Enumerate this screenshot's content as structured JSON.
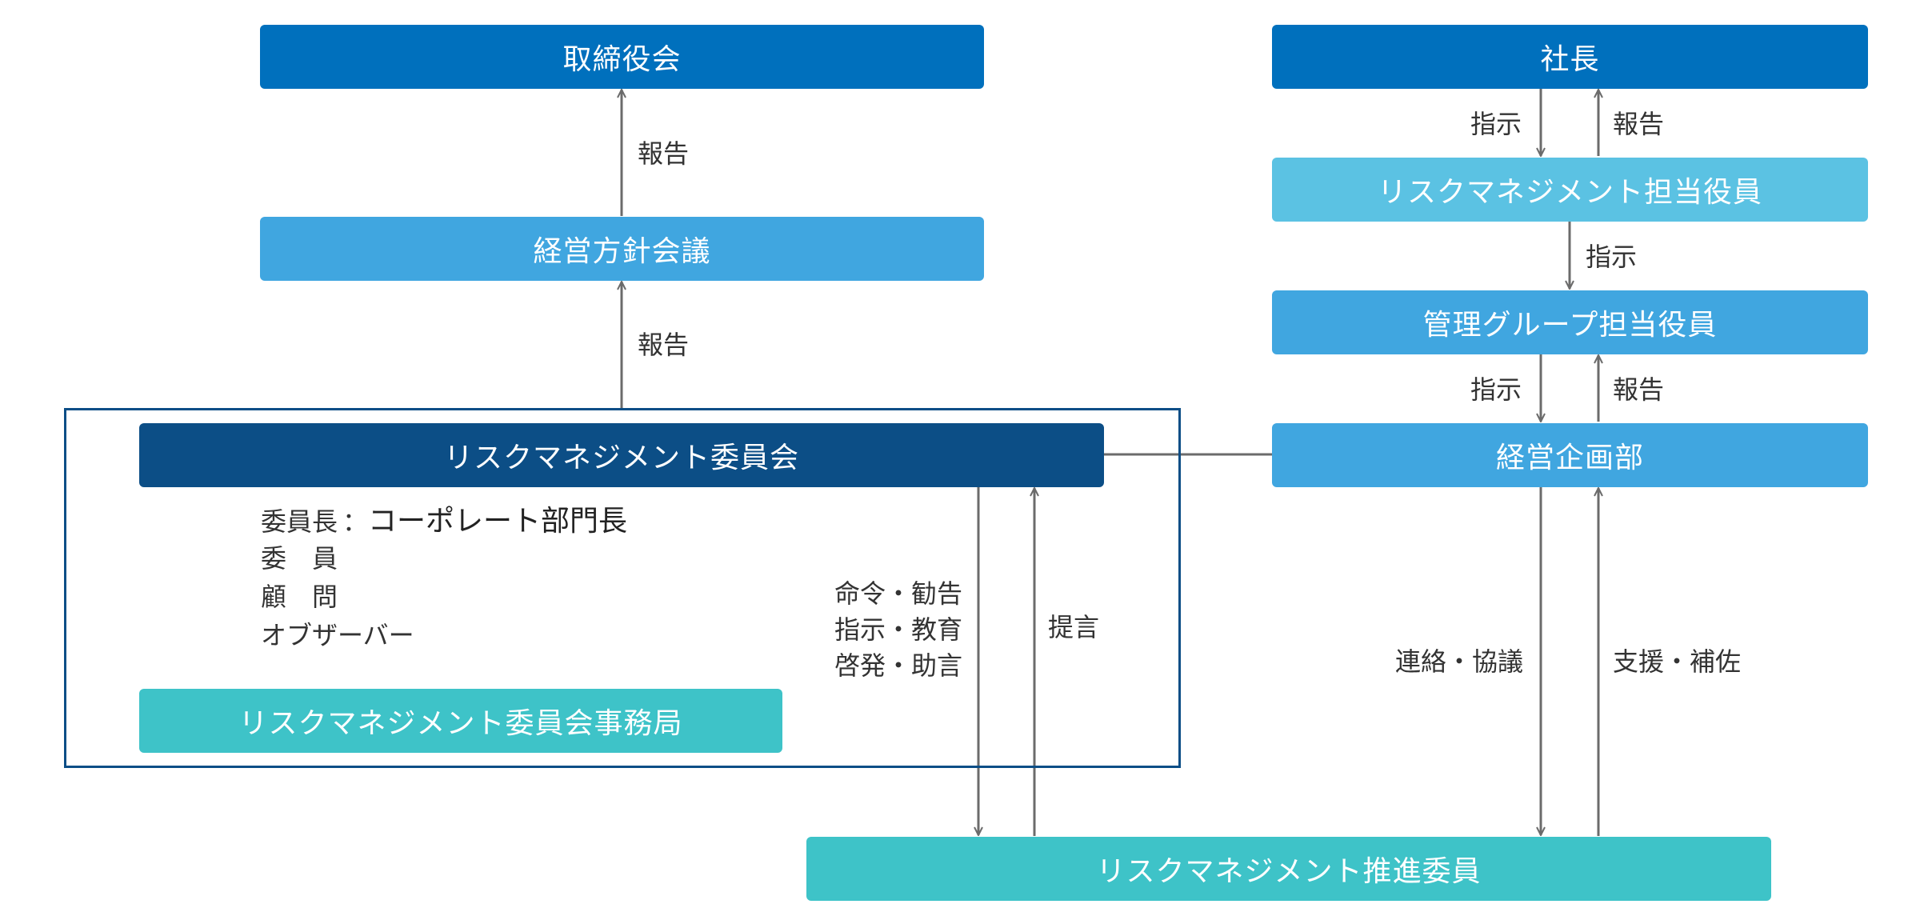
{
  "diagram": {
    "nodes": {
      "board": "取締役会",
      "management_policy_meeting": "経営方針会議",
      "rm_committee": "リスクマネジメント委員会",
      "rm_committee_secretariat": "リスクマネジメント委員会事務局",
      "president": "社長",
      "rm_officer": "リスクマネジメント担当役員",
      "admin_group_officer": "管理グループ担当役員",
      "corporate_planning": "経営企画部",
      "rm_promotion_members": "リスクマネジメント推進委員"
    },
    "committee_members": {
      "chair_label": "委員長",
      "chair_separator": "：",
      "chair_value": "コーポレート部門長",
      "member": "委　員",
      "advisor": "顧　問",
      "observer": "オブザーバー"
    },
    "edge_labels": {
      "report_to_board": "報告",
      "report_to_policy_meeting": "報告",
      "president_instruct": "指示",
      "president_report": "報告",
      "rm_officer_instruct": "指示",
      "admin_instruct": "指示",
      "admin_report": "報告",
      "committee_down": [
        "命令・勧告",
        "指示・教育",
        "啓発・助言"
      ],
      "committee_up": "提言",
      "planning_down": "連絡・協議",
      "planning_up": "支援・補佐"
    },
    "colors": {
      "dark_blue": "#0070bd",
      "navy": "#0c4e86",
      "mid_blue": "#40a6e0",
      "light_blue": "#5bc2e3",
      "teal": "#3ec3c8",
      "line": "#6b6b6b"
    }
  }
}
